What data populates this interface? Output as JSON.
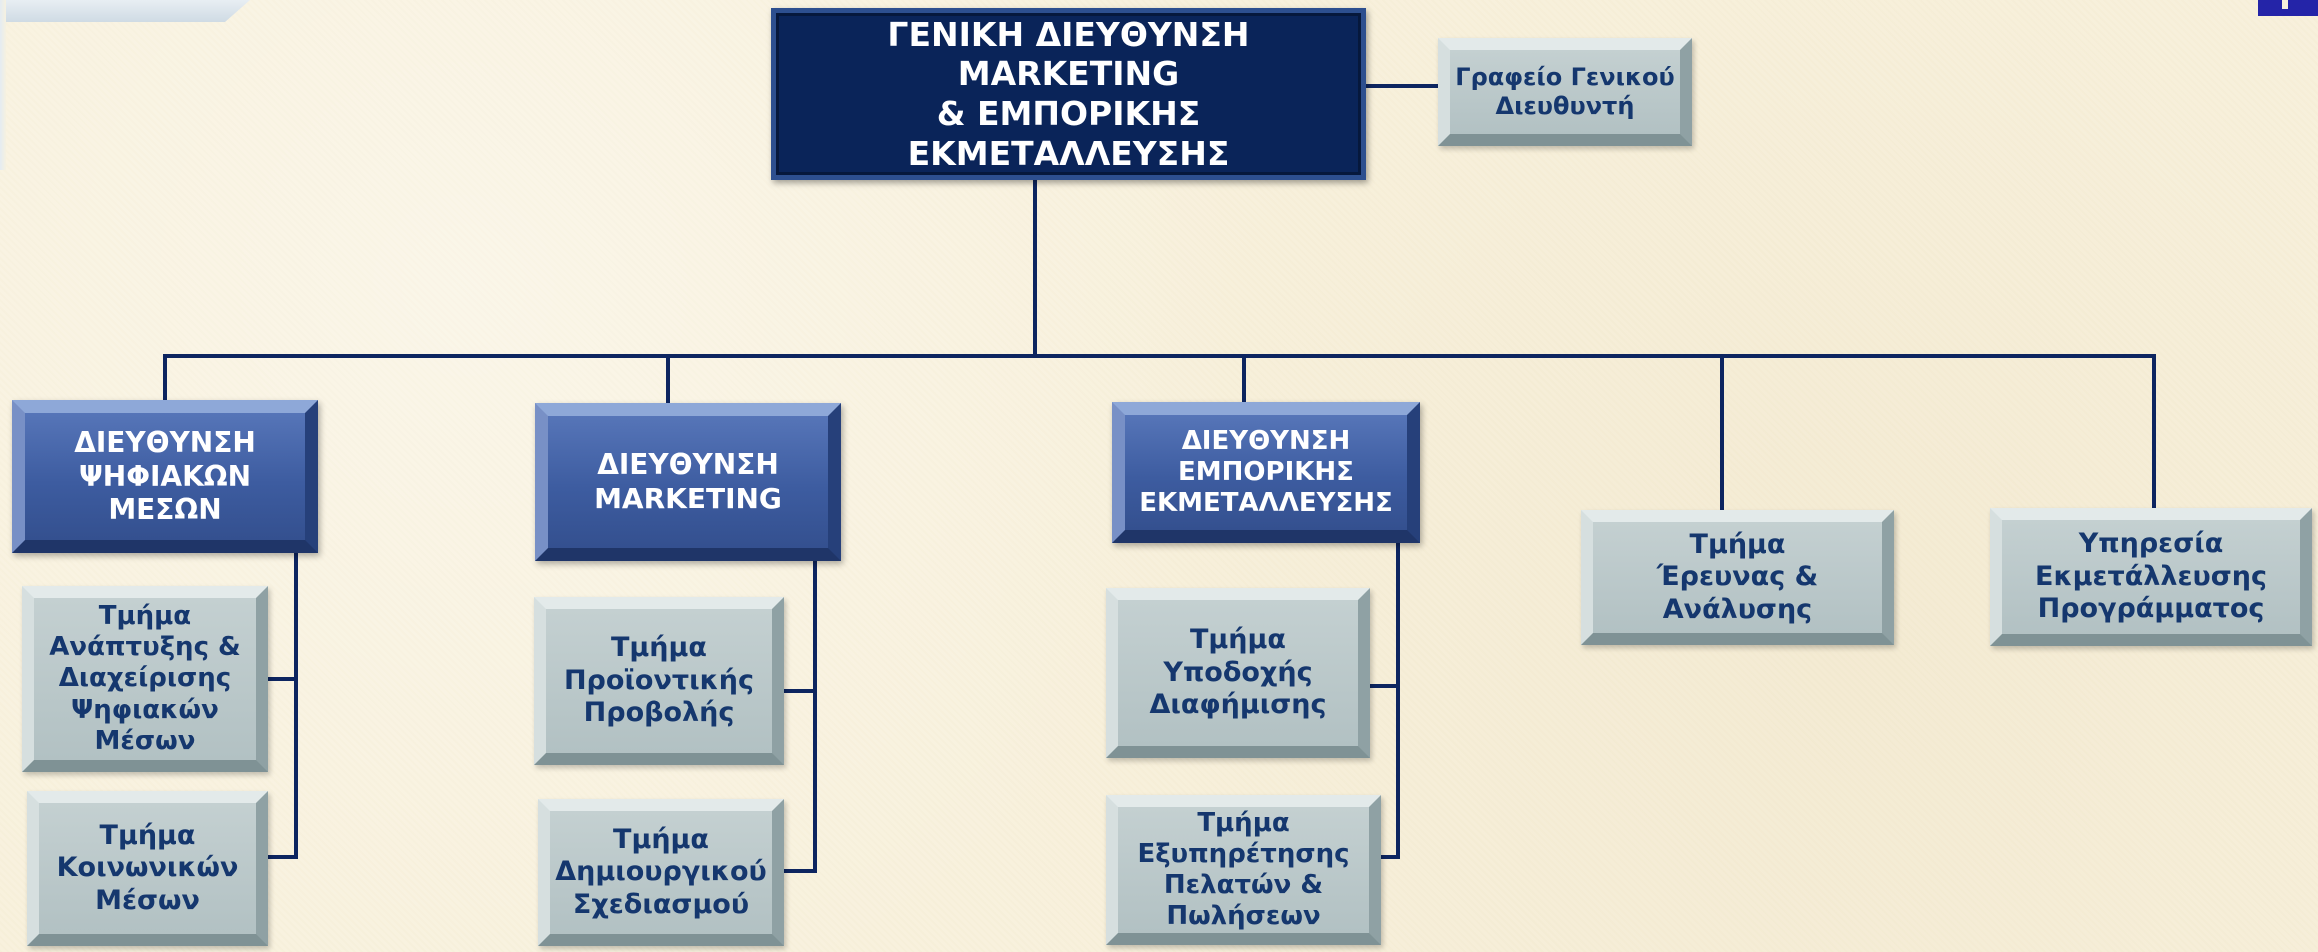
{
  "diagram": {
    "root": "ΓΕΝΙΚΗ ΔΙΕΥΘΥΝΣΗ MARKETING\n& ΕΜΠΟΡΙΚΗΣ ΕΚΜΕΤΑΛΛΕΥΣΗΣ",
    "office": "Γραφείο Γενικού\nΔιευθυντή",
    "directorates": [
      {
        "label": "ΔΙΕΥΘΥΝΣΗ\nΨΗΦΙΑΚΩΝ ΜΕΣΩΝ",
        "units": [
          "Τμήμα\nΑνάπτυξης &\nΔιαχείρισης\nΨηφιακών\nΜέσων",
          "Τμήμα\nΚοινωνικών\nΜέσων"
        ]
      },
      {
        "label": "ΔΙΕΥΘΥΝΣΗ\nMARKETING",
        "units": [
          "Τμήμα\nΠροϊοντικής\nΠροβολής",
          "Τμήμα\nΔημιουργικού\nΣχεδιασμού"
        ]
      },
      {
        "label": "ΔΙΕΥΘΥΝΣΗ\nΕΜΠΟΡΙΚΗΣ\nΕΚΜΕΤΑΛΛΕΥΣΗΣ",
        "units": [
          "Τμήμα\nΥποδοχής\nΔιαφήμισης",
          "Τμήμα\nΕξυπηρέτησης\nΠελατών &\nΠωλήσεων"
        ]
      }
    ],
    "departments": [
      "Τμήμα\nΈρευνας & Ανάλυσης",
      "Υπηρεσία\nΕκμετάλλευσης\nΠρογράμματος"
    ]
  },
  "colors": {
    "background": "#f8f1dc",
    "head_fill": "#0a2459",
    "directorate_fill": "#4866aa",
    "unit_fill": "#bccacb",
    "unit_text": "#15376e",
    "connector": "#0d2560"
  }
}
